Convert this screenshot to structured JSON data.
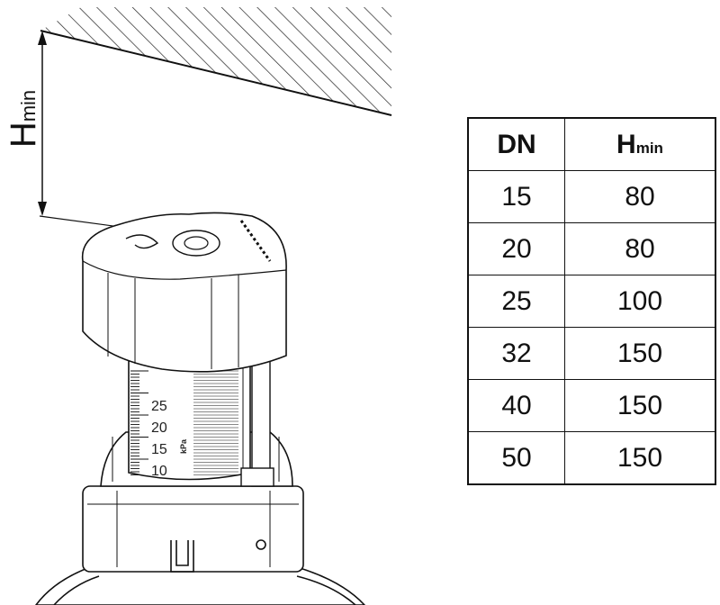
{
  "dimension_label": {
    "main": "H",
    "sub": "min"
  },
  "valve_scale": {
    "ticks": [
      "25",
      "20",
      "15",
      "10"
    ],
    "unit": "kPa"
  },
  "table": {
    "headers": [
      {
        "main": "DN",
        "sub": ""
      },
      {
        "main": "H",
        "sub": "min"
      }
    ],
    "rows": [
      [
        "15",
        "80"
      ],
      [
        "20",
        "80"
      ],
      [
        "25",
        "100"
      ],
      [
        "32",
        "150"
      ],
      [
        "40",
        "150"
      ],
      [
        "50",
        "150"
      ]
    ]
  }
}
